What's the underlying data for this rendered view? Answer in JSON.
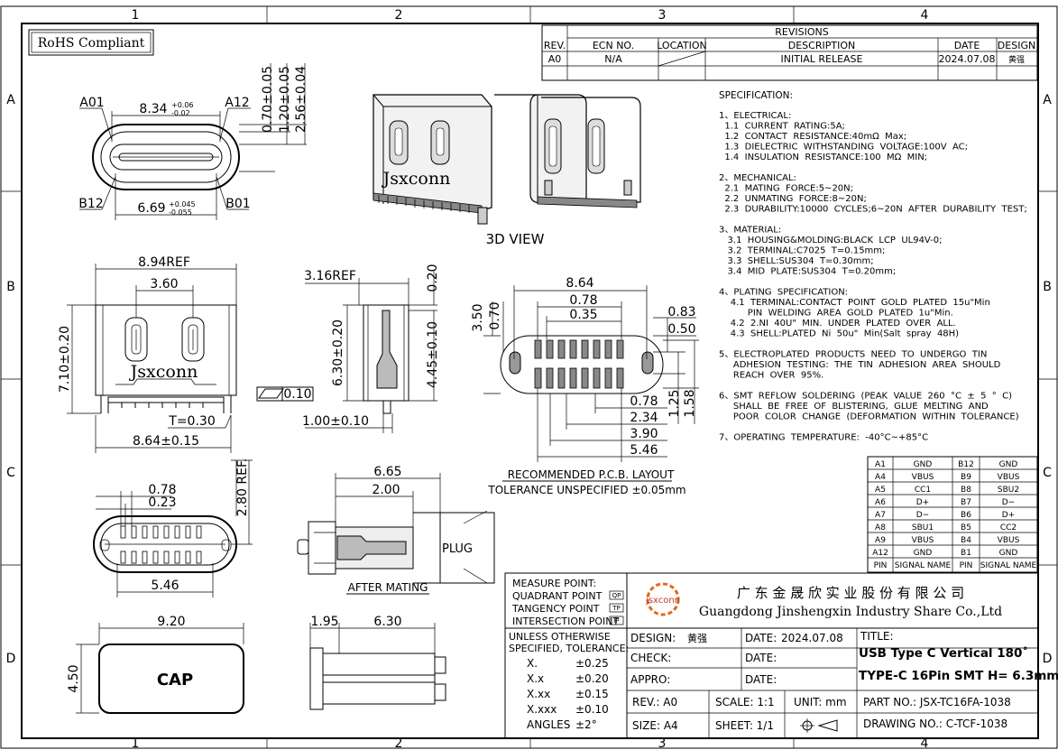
{
  "rohs": "RoHS Compliant",
  "zones": {
    "cols": [
      "1",
      "2",
      "3",
      "4"
    ],
    "rows": [
      "A",
      "B",
      "C",
      "D"
    ]
  },
  "revisions": {
    "title": "REVISIONS",
    "headers": [
      "REV.",
      "ECN NO.",
      "LOCATION",
      "DESCRIPTION",
      "DATE",
      "DESIGN"
    ],
    "row": [
      "A0",
      "N/A",
      "",
      "INITIAL RELEASE",
      "2024.07.08",
      "黄强"
    ]
  },
  "view_3d": "3D VIEW",
  "dims": {
    "w834": "8.34",
    "w834_tol_up": "+0.06",
    "w834_tol_dn": "-0.02",
    "w669": "6.69",
    "w669_tol_up": "+0.045",
    "w669_tol_dn": "-0.055",
    "a01": "A01",
    "a12": "A12",
    "b12": "B12",
    "b01": "B01",
    "h070": "0.70±0.05",
    "h120": "1.20±0.05",
    "h256": "2.56±0.04",
    "w894": "8.94REF",
    "w360": "3.60",
    "h710": "7.10±0.20",
    "t030": "T=0.30",
    "w864b": "8.64±0.15",
    "flat": "0.10",
    "w316": "3.16REF",
    "h630": "6.30±0.20",
    "h020": "0.20",
    "h445": "4.45±0.10",
    "w100": "1.00±0.10",
    "brand": "Jsxconn",
    "p864": "8.64",
    "p078": "0.78",
    "p035": "0.35",
    "p350": "3.50",
    "p070": "0.70",
    "p083": "0.83",
    "p050": "0.50",
    "p078b": "0.78",
    "p234": "2.34",
    "p390": "3.90",
    "p546": "5.46",
    "p125": "1.25",
    "p158": "1.58",
    "pcb_title": "RECOMMENDED   P.C.B.  LAYOUT",
    "pcb_tol": "TOLERANCE  UNSPECIFIED  ±0.05mm",
    "m078": "0.78",
    "m023": "0.23",
    "m546": "5.46",
    "m280": "2.80 REF.",
    "m665": "6.65",
    "m200": "2.00",
    "plug": "PLUG",
    "after": "AFTER  MATING",
    "cap_w": "9.20",
    "cap_h": "4.50",
    "cap": "CAP",
    "c195": "1.95",
    "c630": "6.30"
  },
  "spec": {
    "title": "SPECIFICATION:",
    "lines": [
      "1、ELECTRICAL:",
      "  1.1  CURRENT  RATING:5A;",
      "  1.2  CONTACT  RESISTANCE:40mΩ  Max;",
      "  1.3  DIELECTRIC  WITHSTANDING  VOLTAGE:100V  AC;",
      "  1.4  INSULATION  RESISTANCE:100  MΩ  MIN;",
      "",
      "2、MECHANICAL:",
      "  2.1  MATING  FORCE:5~20N;",
      "  2.2  UNMATING  FORCE:8~20N;",
      "  2.3  DURABILITY:10000  CYCLES;6~20N  AFTER  DURABILITY  TEST;",
      "",
      "3、MATERIAL:",
      "   3.1  HOUSING&MOLDING:BLACK  LCP  UL94V-0;",
      "   3.2  TERMINAL:C7025  T=0.15mm;",
      "   3.3  SHELL:SUS304  T=0.30mm;",
      "   3.4  MID  PLATE:SUS304  T=0.20mm;",
      "",
      "4、PLATING  SPECIFICATION:",
      "    4.1  TERMINAL:CONTACT  POINT  GOLD  PLATED  15u\"Min",
      "          PIN  WELDING  AREA  GOLD  PLATED  1u\"Min.",
      "    4.2  2.NI  40U\"  MIN.  UNDER  PLATED  OVER  ALL.",
      "    4.3  SHELL:PLATED  Ni  50u\"  Min(Salt  spray  48H)",
      "",
      "5、ELECTROPLATED  PRODUCTS  NEED  TO  UNDERGO  TIN",
      "     ADHESION  TESTING:  THE  TIN  ADHESION  AREA  SHOULD",
      "     REACH  OVER  95%.",
      "",
      "6、SMT  REFLOW  SOLDERING  (PEAK  VALUE  260  °C  ±  5  °  C)",
      "     SHALL  BE  FREE  OF  BLISTERING,  GLUE  MELTING  AND",
      "     POOR  COLOR  CHANGE  (DEFORMATION  WITHIN  TOLERANCE)",
      "",
      "7、OPERATING  TEMPERATURE:  -40°C~+85°C"
    ]
  },
  "pins": {
    "rows": [
      [
        "A1",
        "GND",
        "B12",
        "GND"
      ],
      [
        "A4",
        "VBUS",
        "B9",
        "VBUS"
      ],
      [
        "A5",
        "CC1",
        "B8",
        "SBU2"
      ],
      [
        "A6",
        "D+",
        "B7",
        "D−"
      ],
      [
        "A7",
        "D−",
        "B6",
        "D+"
      ],
      [
        "A8",
        "SBU1",
        "B5",
        "CC2"
      ],
      [
        "A9",
        "VBUS",
        "B4",
        "VBUS"
      ],
      [
        "A12",
        "GND",
        "B1",
        "GND"
      ]
    ],
    "header": [
      "PIN",
      "SIGNAL NAME",
      "PIN",
      "SIGNAL NAME"
    ]
  },
  "titleblock": {
    "measure": [
      "MEASURE  POINT:",
      "QUADRANT  POINT",
      "TANGENCY  POINT",
      "INTERSECTION  POINT"
    ],
    "measure_sym": [
      "QP",
      "TP",
      "IP"
    ],
    "tol_head": [
      "UNLESS  OTHERWISE",
      "SPECIFIED,  TOLERANCE:"
    ],
    "tol": [
      [
        "X.",
        "±0.25"
      ],
      [
        "X.x",
        "±0.20"
      ],
      [
        "X.xx",
        "±0.15"
      ],
      [
        "X.xxx",
        "±0.10"
      ],
      [
        "ANGLES",
        "±2°"
      ]
    ],
    "logo": "jsxconn",
    "company_cn": "广 东 金 晟 欣 实 业 股 份 有 限 公 司",
    "company_en": "Guangdong Jinshengxin Industry Share Co.,Ltd",
    "design_l": "DESIGN:",
    "design_v": "黄强",
    "date_l": "DATE:",
    "date_v": "2024.07.08",
    "check_l": "CHECK:",
    "appro_l": "APPRO:",
    "title_l": "TITLE:",
    "title1": "USB Type C Vertical 180˚",
    "title2": "TYPE-C 16Pin SMT H= 6.3mm",
    "rev_l": "REV.: A0",
    "scale_l": "SCALE: 1:1",
    "unit_l": "UNIT: mm",
    "size_l": "SIZE: A4",
    "sheet_l": "SHEET: 1/1",
    "part_l": "PART  NO.:  JSX-TC16FA-1038",
    "drawing_l": "DRAWING  NO.:  C-TCF-1038"
  }
}
